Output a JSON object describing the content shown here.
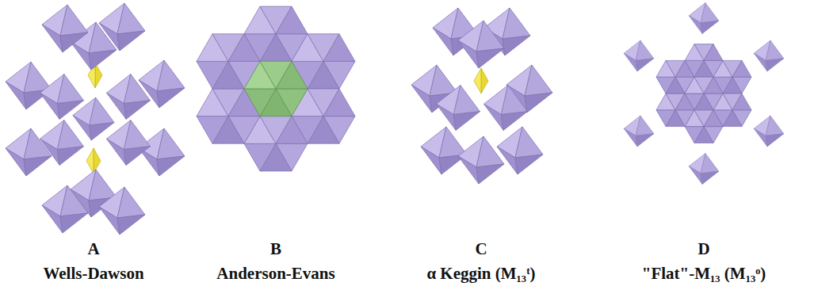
{
  "diagram": {
    "labels": [
      "A",
      "Wells-Dawson",
      "B",
      "Anderson-Evans",
      "C",
      "α Keggin (M₁₃ᵗ)",
      "D",
      "\"Flat\"-M₁₃ (M₁₃ᵒ)"
    ]
  }
}
